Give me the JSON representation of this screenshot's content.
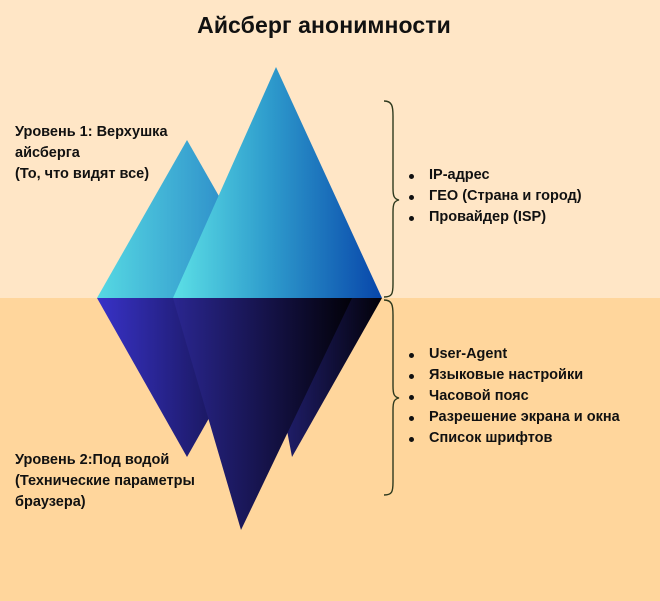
{
  "title": "Айсберг анонимности",
  "levels": {
    "top": {
      "lines": [
        "Уровень 1: Верхушка",
        "айсберга",
        "(То, что видят все)"
      ],
      "items": [
        "IP-адрес",
        "ГЕО (Страна и город)",
        "Провайдер (ISP)"
      ]
    },
    "bottom": {
      "lines": [
        "Уровень 2:Под водой",
        "(Технические параметры",
        "браузера)"
      ],
      "items": [
        "User-Agent",
        "Языковые настройки",
        "Часовой пояс",
        "Разрешение экрана и окна",
        "Список шрифтов"
      ]
    }
  },
  "colors": {
    "sky": "#FFE6C6",
    "water": "#FFD69C",
    "ice_light": "#56D9E3",
    "ice_dark": "#0A4CAD",
    "deep_light": "#3731C4",
    "deep_dark": "#020108",
    "brace": "#2F3A1E"
  }
}
